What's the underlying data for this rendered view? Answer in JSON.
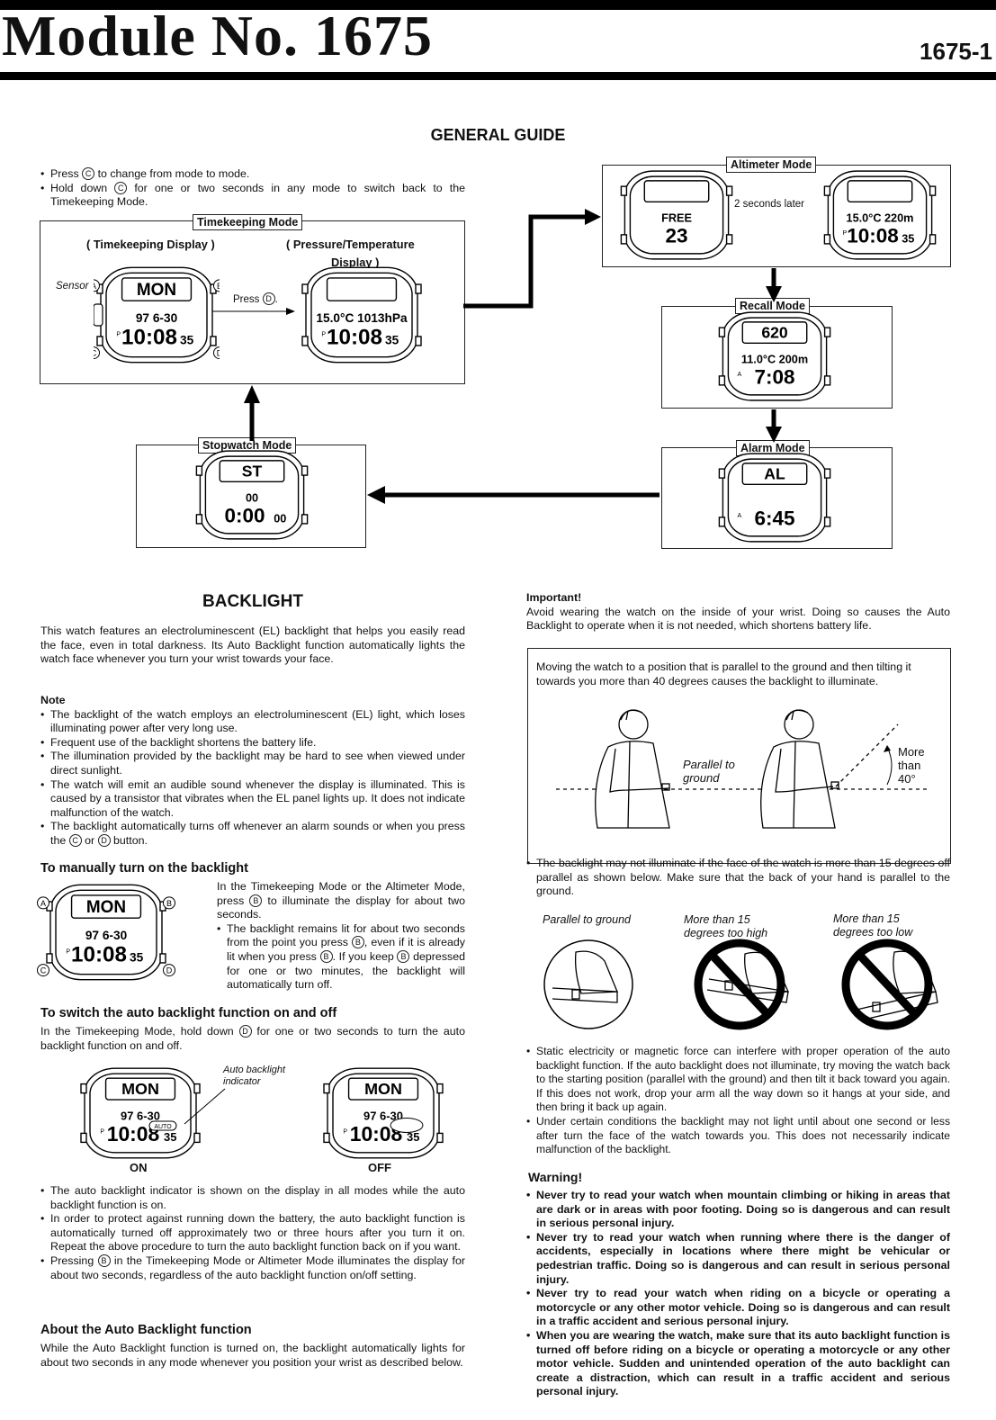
{
  "header": {
    "title": "Module No. 1675",
    "code": "1675-1"
  },
  "guide": {
    "heading": "GENERAL GUIDE",
    "bullets": [
      [
        "Press ",
        "C",
        " to change from mode to mode."
      ],
      [
        "Hold down ",
        "C",
        " for one or two seconds in any mode to switch back to the Timekeeping Mode."
      ]
    ],
    "timekeeping": {
      "tag": "Timekeeping Mode",
      "left_caption": "( Timekeeping Display )",
      "right_caption_1": "( Pressure/Temperature",
      "right_caption_2": "Display )",
      "sensor": "Sensor",
      "press_pre": "Press ",
      "press_btn": "D",
      "press_post": "."
    },
    "altimeter": {
      "tag": "Altimeter Mode",
      "later": "2 seconds later"
    },
    "recall": {
      "tag": "Recall Mode"
    },
    "alarm": {
      "tag": "Alarm Mode"
    },
    "stopwatch": {
      "tag": "Stopwatch Mode"
    },
    "buttons": {
      "a": "A",
      "b": "B",
      "c": "C",
      "d": "D"
    },
    "watches": {
      "tk": {
        "top": "MON",
        "mid": "97  6-30",
        "main": "10:08",
        "sec": "35",
        "lp": "P"
      },
      "pt": {
        "top": "",
        "mid": "15.0°C  1013hPa",
        "main": "10:08",
        "sec": "35",
        "lp": "P"
      },
      "alt1": {
        "top": "",
        "mid": "FREE",
        "main": "23",
        "sec": "",
        "lp": ""
      },
      "alt2": {
        "top": "",
        "mid": "15.0°C  220m",
        "main": "10:08",
        "sec": "35",
        "lp": "P"
      },
      "rec": {
        "top": "620",
        "mid": "11.0°C  200m",
        "main": "7:08",
        "sec": "",
        "lp": "A"
      },
      "alm": {
        "top": "AL",
        "mid": "",
        "main": "6:45",
        "sec": "",
        "lp": "A"
      },
      "sw": {
        "top": "ST",
        "mid": "00",
        "main": "0:00",
        "sec": "00",
        "lp": ""
      }
    }
  },
  "backlight": {
    "heading": "BACKLIGHT",
    "intro": "This watch features an electroluminescent (EL) backlight that helps you easily read the face, even in total darkness. Its Auto Backlight function automatically lights the watch face whenever you turn your wrist towards your face.",
    "note_title": "Note",
    "notes": [
      "The backlight of the watch employs an electroluminescent (EL) light, which loses illuminating power after very long use.",
      "Frequent use of the backlight shortens the battery life.",
      "The illumination provided by the backlight may be hard to see when viewed under direct sunlight.",
      "The watch will emit an audible sound whenever the display is illuminated. This is caused by a transistor that vibrates when the EL panel lights up. It does not indicate malfunction of the watch."
    ],
    "note5": [
      "The backlight automatically turns off whenever an alarm sounds or when you press the ",
      "C",
      " or ",
      "D",
      " button."
    ],
    "manual_title": "To manually turn on the backlight",
    "manual_text": [
      "In the Timekeeping Mode or the Altimeter Mode, press ",
      "B",
      " to illuminate the display for about two seconds."
    ],
    "manual_bullet": [
      "The backlight remains lit for about two seconds from the point you press ",
      "B",
      ", even if it is already lit when you press ",
      "B",
      ". If you keep ",
      "B",
      " depressed for one or two minutes, the backlight will automatically turn off."
    ],
    "switch_title": "To switch the auto backlight function on and off",
    "switch_text": [
      "In the Timekeeping Mode, hold down ",
      "D",
      " for one or two seconds to turn the auto backlight function on and off."
    ],
    "indicator_label_1": "Auto backlight",
    "indicator_label_2": "indicator",
    "auto_badge": "AUTO",
    "on": "ON",
    "off": "OFF",
    "after": [
      "The auto backlight indicator is shown on the display in all modes while the auto backlight function is on.",
      "In order to protect against running down the battery, the auto backlight function is automatically turned off approximately two or three hours after you turn it on. Repeat the above procedure to turn the auto backlight function back on if you want."
    ],
    "after3": [
      "Pressing ",
      "B",
      " in the Timekeeping Mode or Altimeter Mode illuminates the display for about two seconds, regardless of the auto backlight function on/off setting."
    ],
    "about_title": "About the Auto Backlight function",
    "about_text": "While the Auto Backlight function is turned on, the backlight automatically lights for about two seconds in any mode whenever you position your wrist as described below."
  },
  "right": {
    "important_title": "Important!",
    "important_text": "Avoid wearing the watch on the inside of your wrist. Doing so causes the Auto Backlight to operate when it is not needed, which shortens battery life.",
    "box_text": "Moving the watch to a position that is parallel to the ground and then tilting it towards you more than 40 degrees causes the backlight to illuminate.",
    "parallel_1": "Parallel to",
    "parallel_2": "ground",
    "more_1": "More",
    "more_2": "than",
    "more_3": "40°",
    "b15": "The backlight may not illuminate if the face of the watch is more than 15 degrees off parallel as shown below. Make sure that the back of your hand is parallel to the ground.",
    "cap_parallel": "Parallel to ground",
    "cap_high_1": "More than 15",
    "cap_high_2": "degrees too high",
    "cap_low_1": "More than 15",
    "cap_low_2": "degrees too low",
    "static": "Static electricity or magnetic force can interfere with proper operation of the auto backlight function. If the auto backlight does not illuminate, try moving the watch back to the starting position (parallel with the ground) and then tilt it back toward you again. If this does not work, drop your arm all the way down so it hangs at your side, and then bring it back up again.",
    "conditions": "Under certain conditions the backlight may not light until about one second or less after turn the face of the watch towards you. This does not necessarily indicate malfunction of the backlight.",
    "warning_title": "Warning!",
    "warnings": [
      "Never try to read your watch when mountain climbing or hiking in areas that are dark or in areas with poor footing. Doing so is dangerous and can result in serious personal injury.",
      "Never try to read your watch when running where there is the danger of accidents, especially in locations where there might be vehicular or pedestrian traffic. Doing so is dangerous and can result in serious personal injury.",
      "Never try to read your watch when riding on a bicycle or operating a motorcycle or any other motor vehicle. Doing so is dangerous and can result in a traffic accident and serious personal injury.",
      "When you are wearing the watch, make sure that its auto backlight function is turned off before riding on a bicycle or operating a motorcycle or any other motor vehicle. Sudden and unintended operation of the auto backlight can create a distraction, which can result in a traffic accident and serious personal injury."
    ]
  }
}
